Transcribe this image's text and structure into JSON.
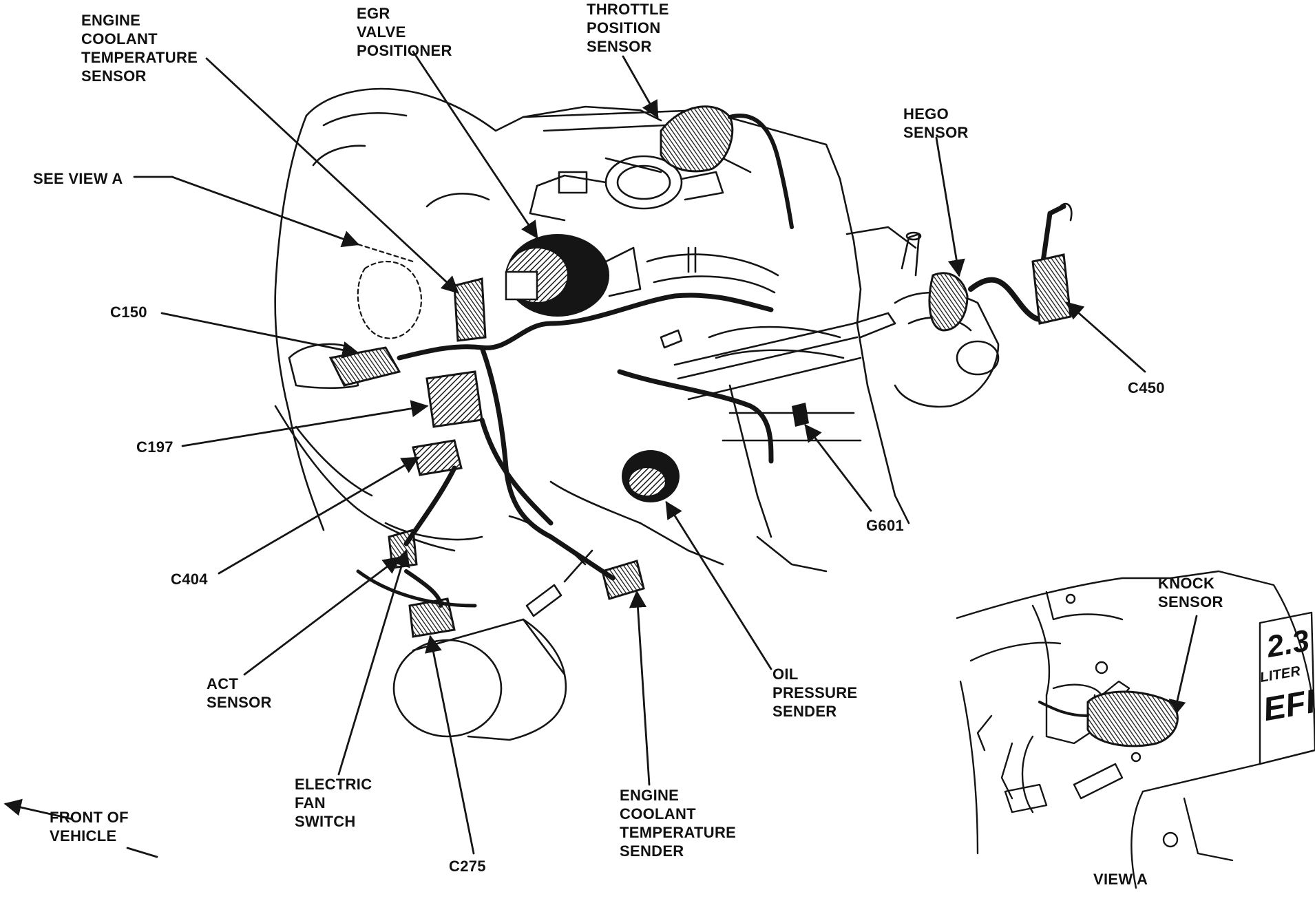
{
  "labels": {
    "ect_sensor": "ENGINE\nCOOLANT\nTEMPERATURE\nSENSOR",
    "egr_valve_positioner": "EGR\nVALVE\nPOSITIONER",
    "throttle_position_sensor": "THROTTLE\nPOSITION\nSENSOR",
    "hego_sensor": "HEGO\nSENSOR",
    "see_view_a": "SEE VIEW A",
    "c150": "C150",
    "c197": "C197",
    "c404": "C404",
    "act_sensor": "ACT\nSENSOR",
    "electric_fan_switch": "ELECTRIC\nFAN\nSWITCH",
    "c275": "C275",
    "ect_sender": "ENGINE\nCOOLANT\nTEMPERATURE\nSENDER",
    "oil_pressure_sender": "OIL\nPRESSURE\nSENDER",
    "g601": "G601",
    "c450": "C450",
    "front_of_vehicle": "FRONT OF\nVEHICLE",
    "knock_sensor": "KNOCK\nSENSOR",
    "view_a": "VIEW A"
  },
  "inset": {
    "emblem_line1": "2.3",
    "emblem_line2": "LITER",
    "emblem_line3": "EFI"
  },
  "colors": {
    "ink": "#151515",
    "background": "#ffffff"
  }
}
